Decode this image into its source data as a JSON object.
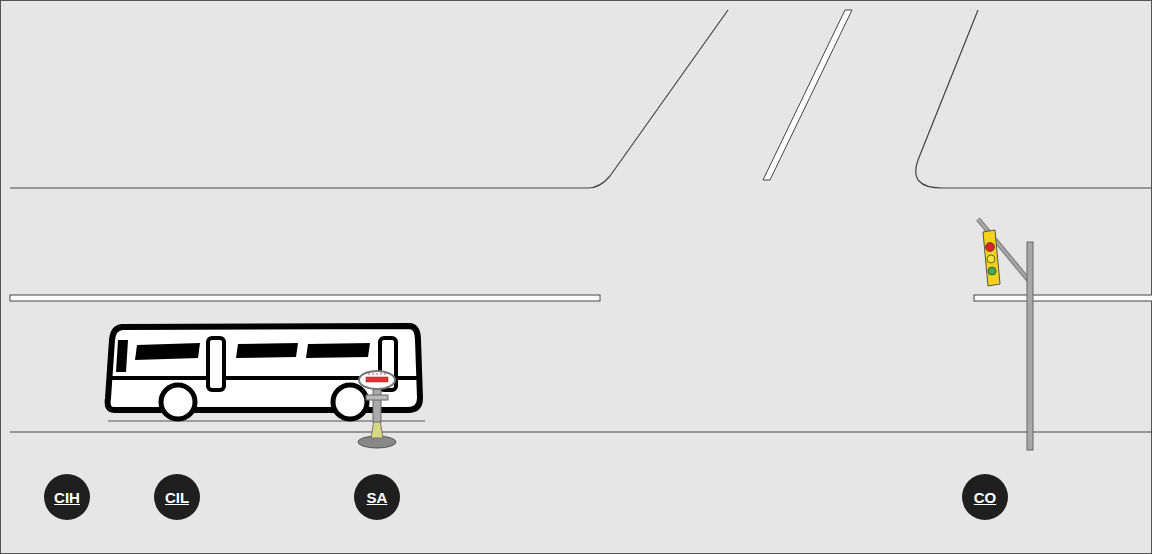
{
  "diagram": {
    "nodes": [
      {
        "text": [
          "CIH"
        ]
      },
      {
        "text": [
          "CIL"
        ]
      },
      {
        "text": [
          "SA"
        ]
      },
      {
        "text": [
          "CO"
        ]
      }
    ]
  }
}
